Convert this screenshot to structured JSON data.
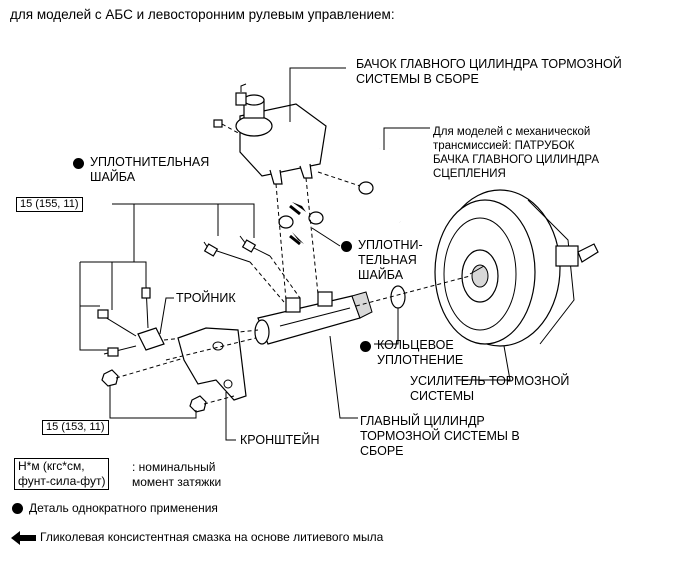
{
  "title": "для моделей с АБС и левосторонним рулевым управлением:",
  "labels": {
    "reservoir": [
      "БАЧОК ГЛАВНОГО ЦИЛИНДРА ТОРМОЗНОЙ",
      "СИСТЕМЫ В СБОРЕ"
    ],
    "mt_note": [
      "Для моделей с механической",
      "трансмиссией: ПАТРУБОК",
      "БАЧКА ГЛАВНОГО ЦИЛИНДРА",
      "СЦЕПЛЕНИЯ"
    ],
    "seal_washer_1": [
      "УПЛОТНИТЕЛЬНАЯ",
      "ШАЙБА"
    ],
    "seal_washer_2": [
      "УПЛОТНИ-",
      "ТЕЛЬНАЯ",
      "ШАЙБА"
    ],
    "tee": "ТРОЙНИК",
    "o_ring": [
      "КОЛЬЦЕВОЕ",
      "УПЛОТНЕНИЕ"
    ],
    "booster": [
      "УСИЛИТЕЛЬ ТОРМОЗНОЙ",
      "СИСТЕМЫ"
    ],
    "master_cylinder": [
      "ГЛАВНЫЙ ЦИЛИНДР",
      "ТОРМОЗНОЙ СИСТЕМЫ В",
      "СБОРЕ"
    ],
    "bracket": "КРОНШТЕЙН"
  },
  "torque": {
    "top": "15 (155, 11)",
    "bottom": "15 (153, 11)"
  },
  "legend": {
    "unit_box": [
      "Н*м (кгс*см,",
      "фунт-сила-фут)"
    ],
    "unit_desc": [
      ": номинальный",
      "момент затяжки"
    ],
    "single_use": "Деталь однократного применения",
    "grease": "Гликолевая консистентная смазка на основе литиевого мыла"
  },
  "icons": {
    "single_use_marker": "filled-circle-icon",
    "grease_marker": "left-arrow-icon"
  }
}
